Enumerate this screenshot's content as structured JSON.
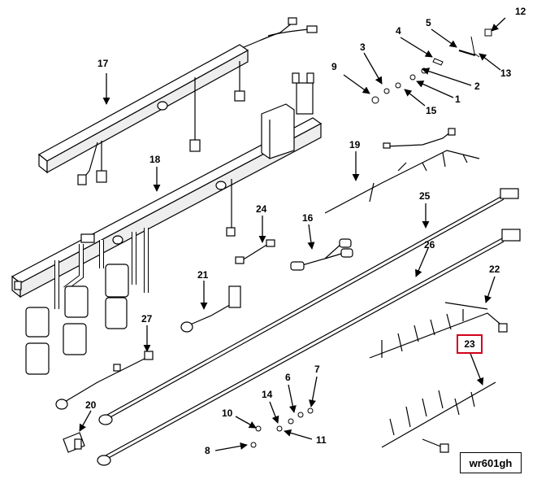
{
  "callouts": {
    "n1": "1",
    "n2": "2",
    "n3": "3",
    "n4": "4",
    "n5": "5",
    "n6": "6",
    "n7": "7",
    "n8": "8",
    "n9": "9",
    "n10": "10",
    "n11": "11",
    "n12": "12",
    "n13": "13",
    "n14": "14",
    "n15": "15",
    "n16": "16",
    "n17": "17",
    "n18": "18",
    "n19": "19",
    "n20": "20",
    "n21": "21",
    "n22": "22",
    "n23": "23",
    "n24": "24",
    "n25": "25",
    "n26": "26",
    "n27": "27"
  },
  "highlighted_callout": "23",
  "reference_code": "wr601gh",
  "colors": {
    "line": "#000000",
    "highlight": "#d0021b",
    "fill": "#ffffff",
    "shade": "#d9d9d9"
  }
}
